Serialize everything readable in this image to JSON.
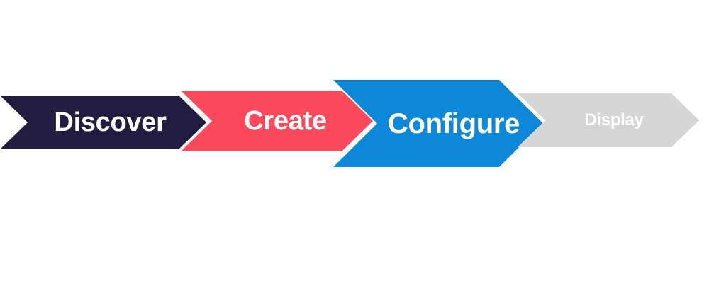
{
  "diagram": {
    "type": "chevron-process-flow",
    "background_color": "#ffffff",
    "steps": [
      {
        "id": "discover",
        "label": "Discover",
        "fill_color": "#231b40",
        "text_color": "#ffffff",
        "state": "completed",
        "order": 1
      },
      {
        "id": "create",
        "label": "Create",
        "fill_color": "#fb4a5c",
        "text_color": "#ffffff",
        "state": "completed",
        "order": 2
      },
      {
        "id": "configure",
        "label": "Configure",
        "fill_color": "#0d87d8",
        "text_color": "#ffffff",
        "state": "active",
        "order": 3
      },
      {
        "id": "display",
        "label": "Display",
        "fill_color": "#d6d6d6",
        "text_color": "#ffffff",
        "state": "upcoming",
        "order": 4
      }
    ]
  }
}
